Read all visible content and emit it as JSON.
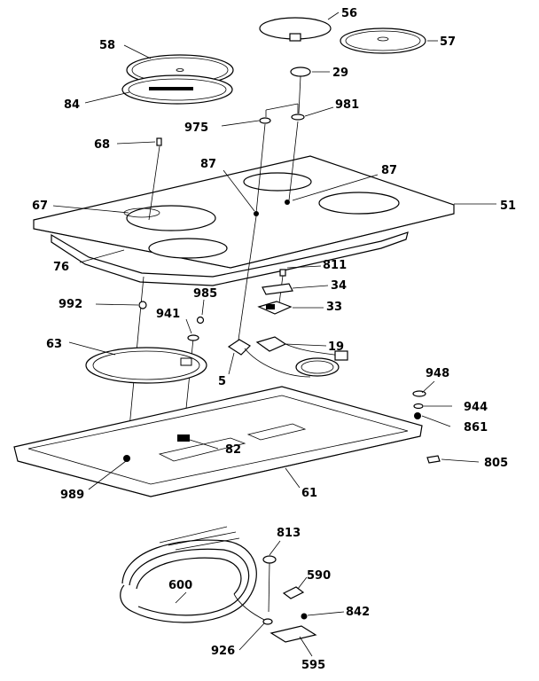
{
  "labels": {
    "p56": "56",
    "p57": "57",
    "p58": "58",
    "p29": "29",
    "p84": "84",
    "p975": "975",
    "p981": "981",
    "p68": "68",
    "p87a": "87",
    "p87b": "87",
    "p67": "67",
    "p51": "51",
    "p76": "76",
    "p811": "811",
    "p34": "34",
    "p985": "985",
    "p992": "992",
    "p941": "941",
    "p33": "33",
    "p63": "63",
    "p19": "19",
    "p5": "5",
    "p948": "948",
    "p944": "944",
    "p861": "861",
    "p82": "82",
    "p805": "805",
    "p989": "989",
    "p61": "61",
    "p813": "813",
    "p600": "600",
    "p590": "590",
    "p842": "842",
    "p926": "926",
    "p595": "595"
  }
}
